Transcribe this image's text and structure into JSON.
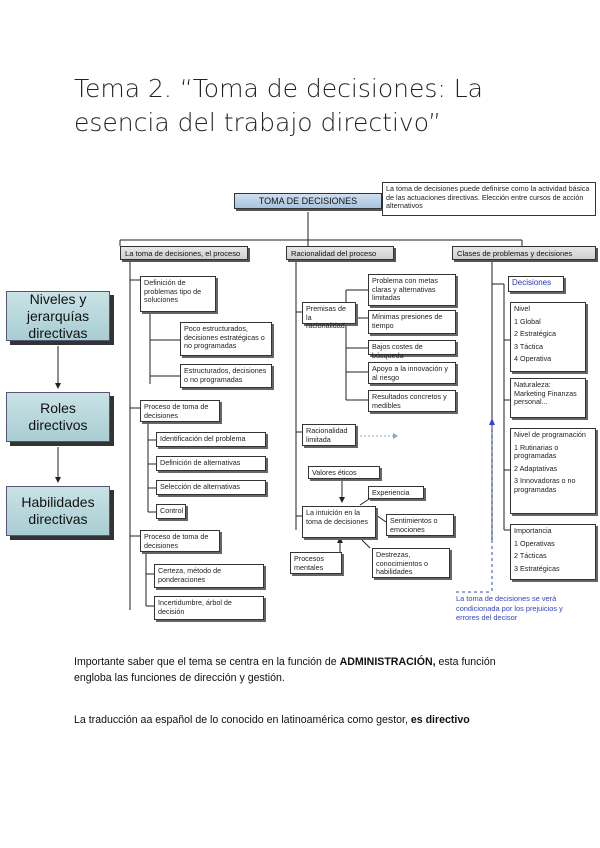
{
  "title": "Tema 2. “Toma de decisiones: La esencia del trabajo directivo”",
  "side_boxes": [
    "Niveles y jerarquías directivas",
    "Roles directivos",
    "Habilidades directivas"
  ],
  "diagram": {
    "main": "TOMA DE DECISIONES",
    "definition": "La toma de decisiones puede definirse como la actividad básica de las actuaciones directivas. Elección entre cursos de acción alternativos",
    "col1": {
      "header": "La toma de decisiones, el proceso",
      "def_problems": "Definición de problemas tipo de soluciones",
      "poco": "Poco estructurados, decisiones estratégicas o no programadas",
      "estruct": "Estructurados, decisiones o no programadas",
      "proceso": "Proceso de toma de decisiones",
      "steps": [
        "Identificación del problema",
        "Definición de alternativas",
        "Selección de alternativas",
        "Control"
      ],
      "proceso2": "Proceso de toma de decisiones",
      "certeza": "Certeza, método de ponderaciones",
      "incert": "Incertidumbre, árbol de decisión"
    },
    "col2": {
      "header": "Racionalidad del proceso",
      "premisas": "Premisas de la racionalidad",
      "items": [
        "Problema con metas claras y alternativas limitadas",
        "Mínimas presiones de tiempo",
        "Bajos costes de búsqueda",
        "Apoyo a la innovación y al riesgo",
        "Resultados concretos y medibles"
      ],
      "racional": "Racionalidad limitada",
      "valores": "Valores éticos",
      "experiencia": "Experiencia",
      "intuicion": "La intuición en la toma de decisiones",
      "sentimientos": "Sentimientos o emociones",
      "procesos": "Procesos mentales",
      "destrezas": "Destrezas, conocimientos o habilidades"
    },
    "col3": {
      "header": "Clases de problemas y decisiones",
      "decisiones": "Decisiones",
      "nivel_title": "Nivel",
      "nivel": [
        "1   Global",
        "2   Estratégica",
        "3   Táctica",
        "4   Operativa"
      ],
      "natur": "Naturaleza: Marketing Finanzas personal...",
      "prog_title": "Nivel de programación",
      "prog": [
        "1   Rutinarias o programadas",
        "2   Adaptativas",
        "3   Innovadoras o no programadas"
      ],
      "imp_title": "Importancia",
      "imp": [
        "1   Operativas",
        "2   Tácticas",
        "3   Estratégicas"
      ],
      "note": "La toma de decisiones se verá condicionada por los prejuicios y errores del decisor"
    }
  },
  "para1_a": "Importante saber que el tema se centra en la función de ",
  "para1_b": "ADMINISTRACIÓN,",
  "para1_c": " esta función engloba las funciones de dirección y gestión.",
  "para2_a": "La traducción aa español de lo conocido en latinoamérica como gestor, ",
  "para2_b": "es directivo",
  "colors": {
    "side_box": "#b6d7db",
    "note_blue": "#3344cc"
  }
}
